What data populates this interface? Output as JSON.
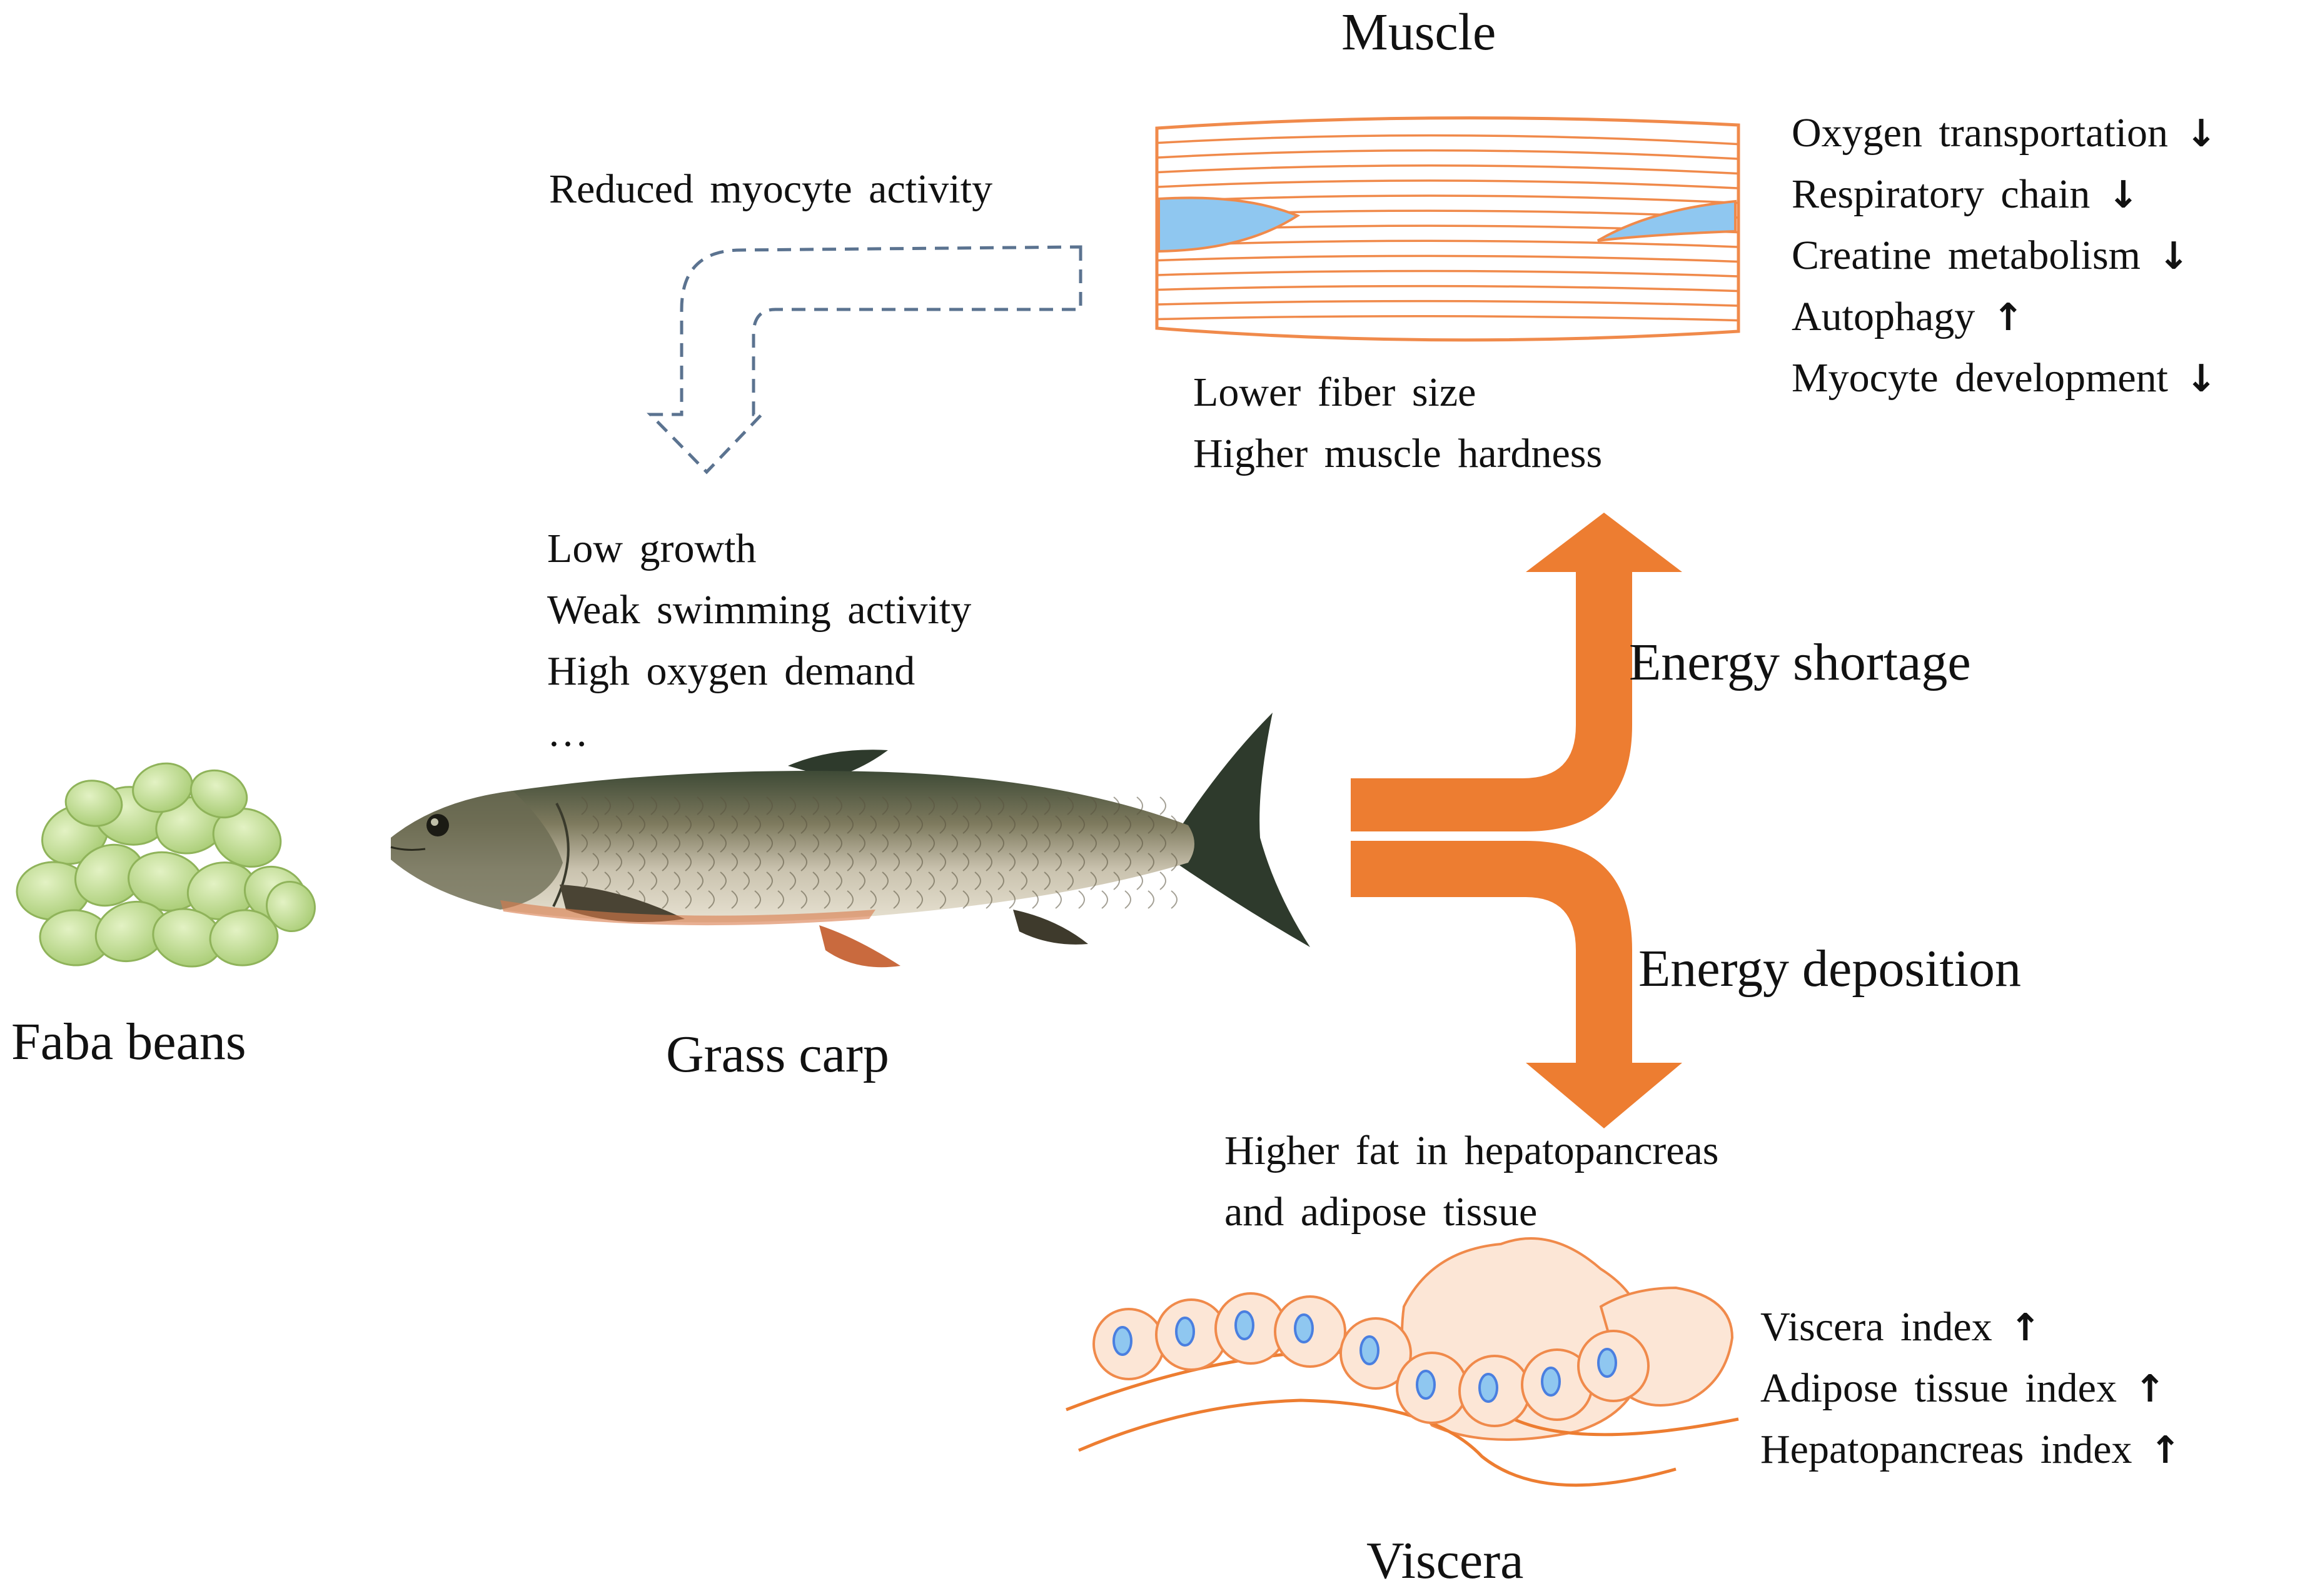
{
  "labels": {
    "muscle": "Muscle",
    "viscera": "Viscera",
    "faba_beans": "Faba beans",
    "grass_carp": "Grass carp",
    "energy_shortage": "Energy shortage",
    "energy_deposition": "Energy deposition",
    "reduced_activity": "Reduced myocyte activity"
  },
  "fish_effects": [
    "Low growth",
    "Weak swimming activity",
    "High oxygen demand",
    "…"
  ],
  "muscle_effects": [
    "Lower fiber size",
    "Higher muscle hardness"
  ],
  "muscle_markers": [
    {
      "text": "Oxygen transportation",
      "dir": "↓"
    },
    {
      "text": "Respiratory chain",
      "dir": "↓"
    },
    {
      "text": "Creatine metabolism",
      "dir": "↓"
    },
    {
      "text": "Autophagy",
      "dir": "↑"
    },
    {
      "text": "Myocyte development",
      "dir": "↓"
    }
  ],
  "viscera_effects": [
    "Higher fat in hepatopancreas",
    "and adipose tissue"
  ],
  "viscera_markers": [
    {
      "text": "Viscera index",
      "dir": "↑"
    },
    {
      "text": "Adipose tissue index",
      "dir": "↑"
    },
    {
      "text": "Hepatopancreas index",
      "dir": "↑"
    }
  ],
  "colors": {
    "orange": "#ED7D31",
    "muscle_stroke": "#F08A4B",
    "nucleus_fill": "#8FC7F0",
    "cell_fill": "#FCE6D6",
    "cell_nucleus": "#4A7FE0",
    "dashed_arrow": "#5B7390",
    "bean": "#B9D88A",
    "fish_back": "#3C4A3A",
    "fish_belly": "#D9D5C8"
  }
}
